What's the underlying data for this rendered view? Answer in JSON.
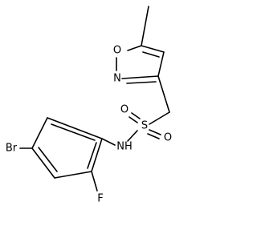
{
  "molecule": {
    "atoms": {
      "oxygen_ring": "O",
      "nitrogen_ring": "N",
      "sulfur": "S",
      "oxygen_s_upper": "O",
      "oxygen_s_lower": "O",
      "amine": "NH",
      "bromine": "Br",
      "fluorine": "F"
    }
  }
}
